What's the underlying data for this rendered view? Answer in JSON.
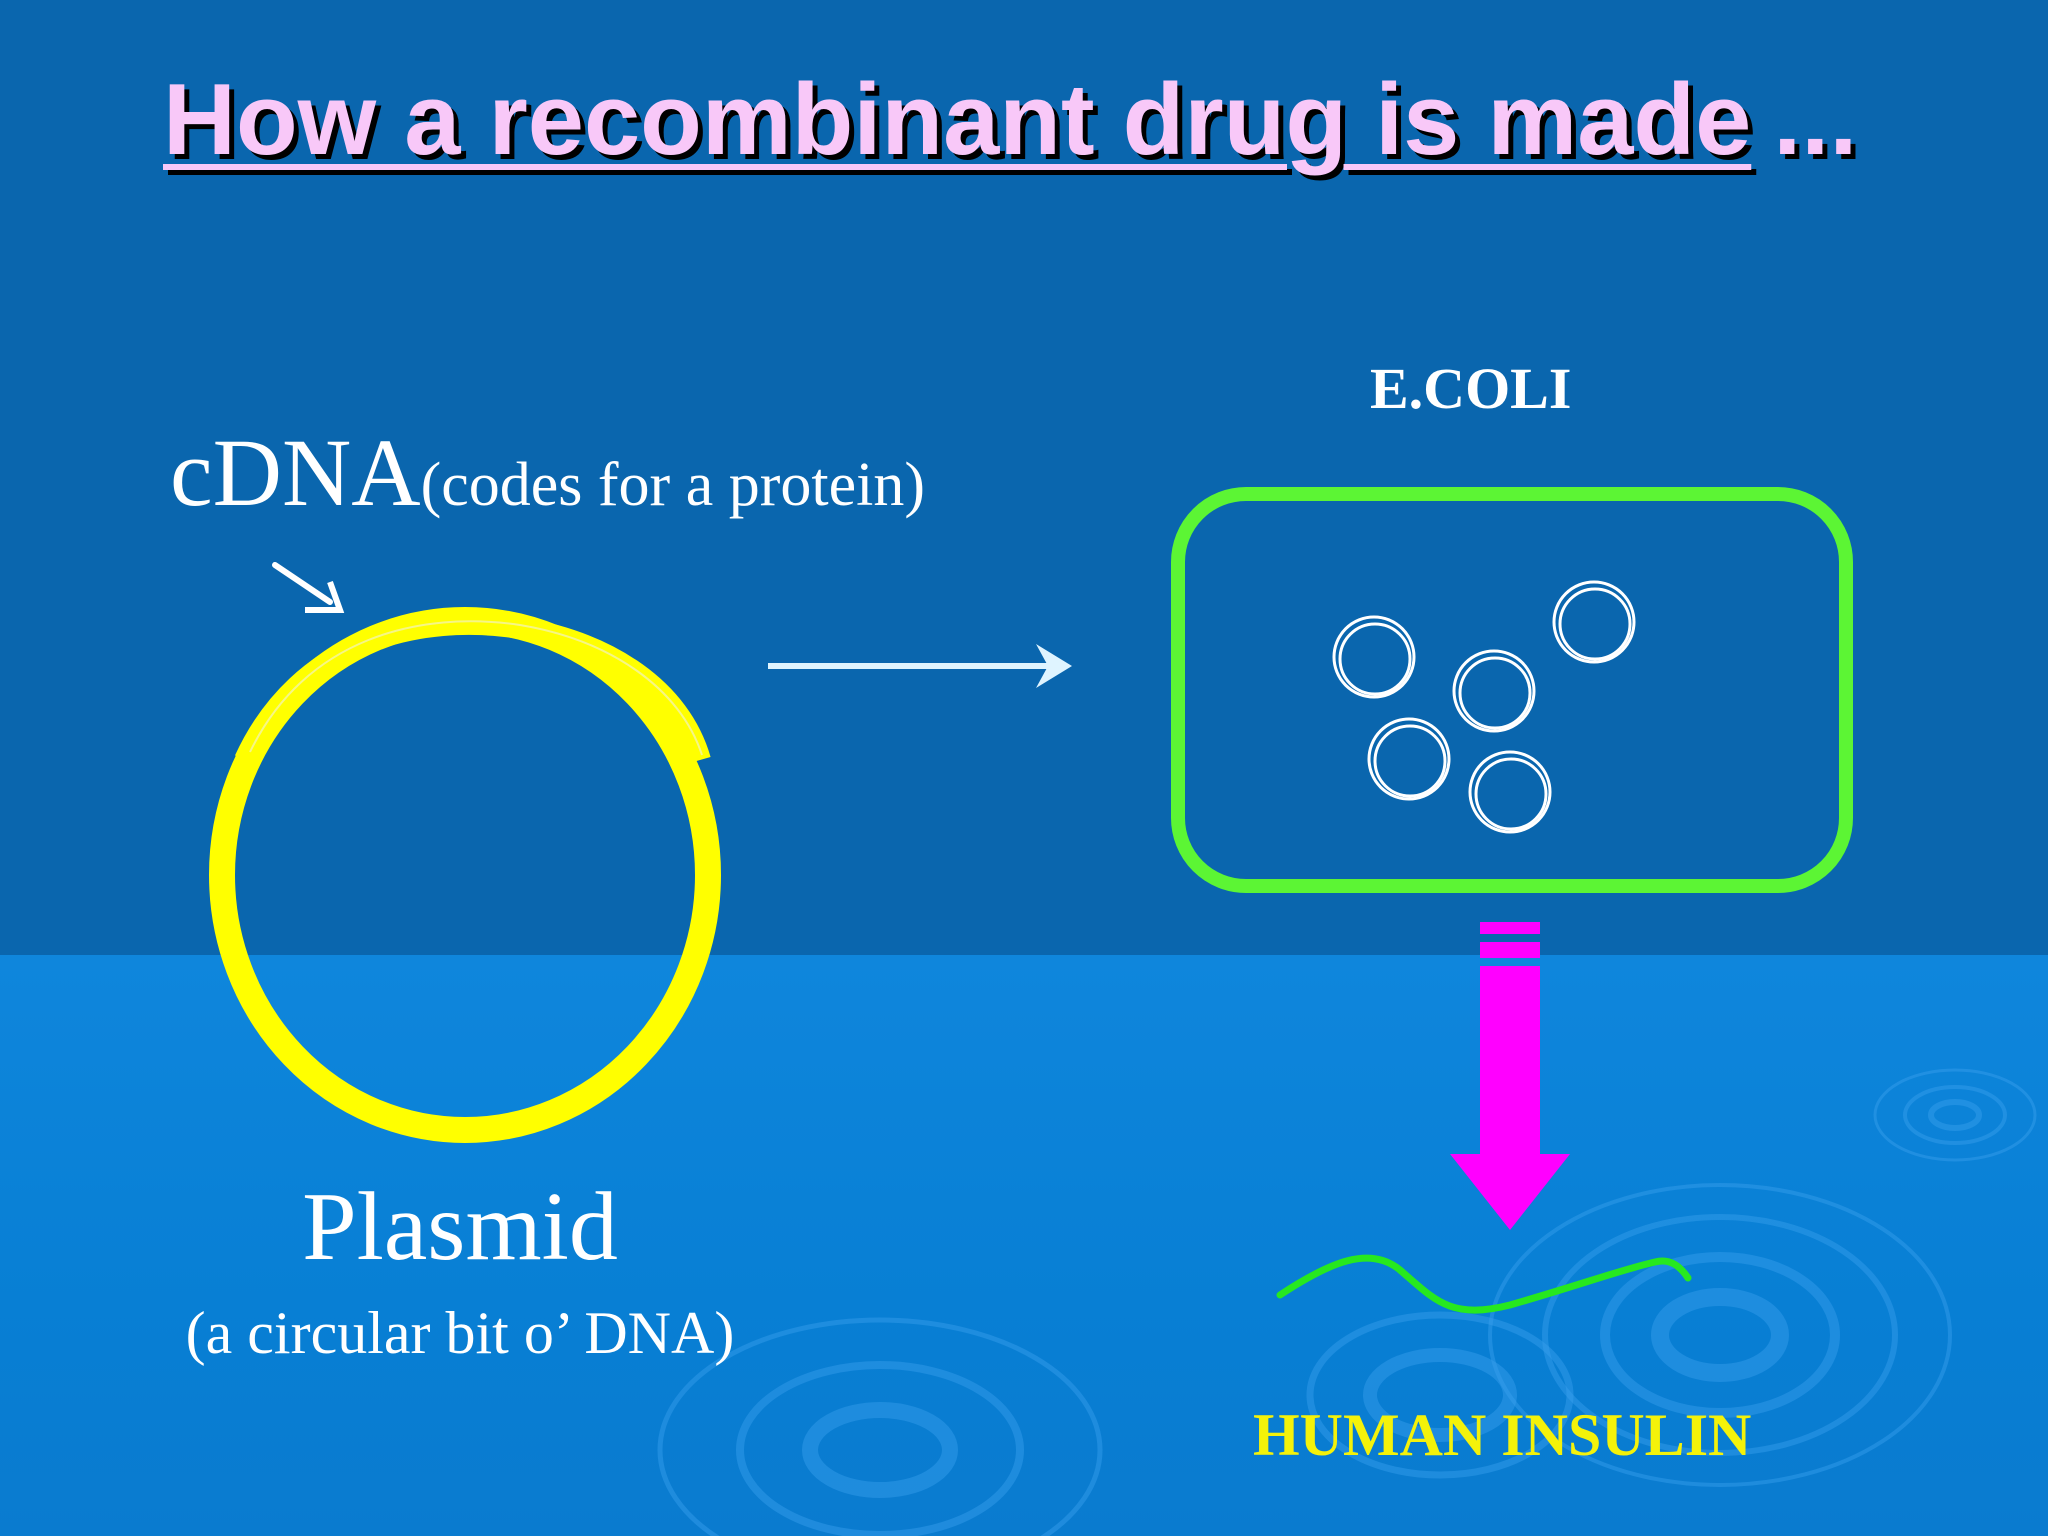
{
  "title": {
    "main": "How a recombinant drug is made",
    "ellipsis": "..."
  },
  "cdna": {
    "label": "cDNA",
    "note": "(codes for a protein)"
  },
  "plasmid": {
    "label": "Plasmid",
    "note": "(a circular bit o’ DNA)"
  },
  "ecoli": {
    "label": "E.COLI"
  },
  "product": {
    "label": "HUMAN INSULIN"
  },
  "colors": {
    "background_top": "#0a66ae",
    "background_bottom": "#0f86dc",
    "title": "#f8c8f8",
    "plasmid_ring": "#ffff00",
    "cell_outline": "#5cf534",
    "down_arrow": "#ff00ff",
    "insulin_strand": "#27e81f",
    "insulin_text": "#f4f20a",
    "flow_arrow": "#dff4ff"
  }
}
